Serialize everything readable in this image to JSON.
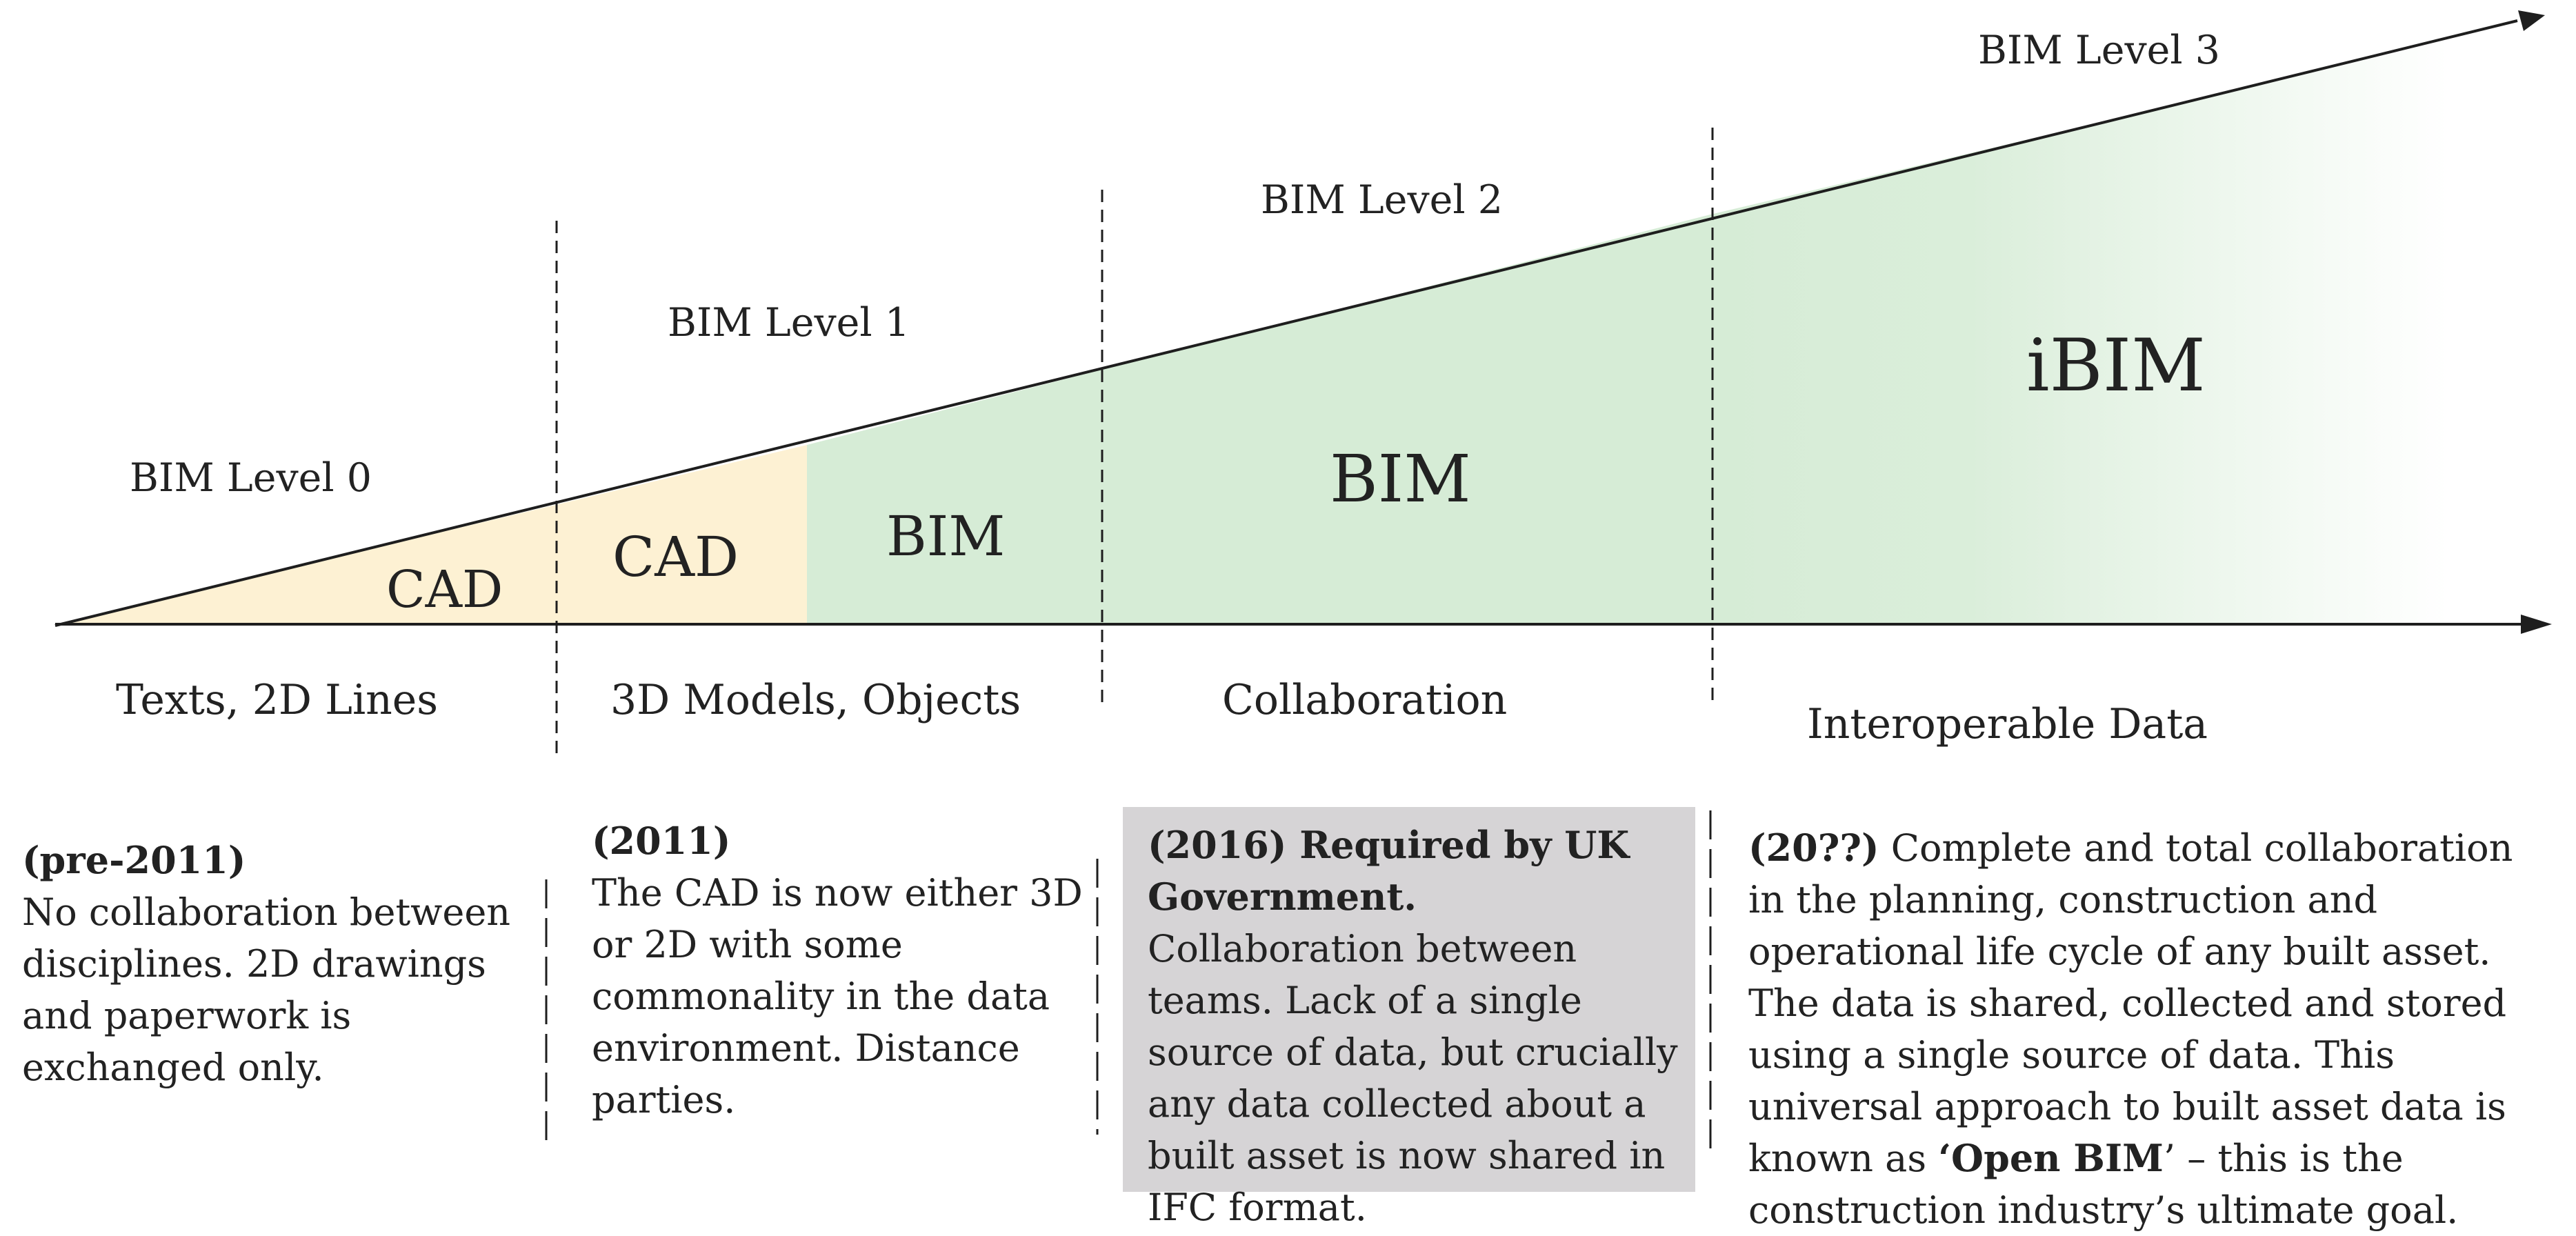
{
  "colors": {
    "cad_fill": "#fdf1d3",
    "bim_fill": "#d6ecd6",
    "highlight_box": "#d6d4d6",
    "lines": "#1e1e1e"
  },
  "levels": {
    "level0": "BIM Level 0",
    "level1": "BIM Level 1",
    "level2": "BIM Level 2",
    "level3": "BIM Level 3"
  },
  "tags": {
    "cad_0": "CAD",
    "cad_1": "CAD",
    "bim_1": "BIM",
    "bim_2": "BIM",
    "ibim_3": "iBIM"
  },
  "categories": {
    "c0": "Texts, 2D Lines",
    "c1": "3D Models, Objects",
    "c2": "Collaboration",
    "c3": "Interoperable Data"
  },
  "descriptions": {
    "d0": {
      "date": "(pre-2011)",
      "text": "No collaboration between disciplines. 2D drawings and paperwork is exchanged only."
    },
    "d1": {
      "date": "(2011)",
      "text": "The CAD is now either 3D or 2D with some commonality in the data environment. Distance parties."
    },
    "d2": {
      "date": "(2016) Required by UK Government.",
      "text": " Collaboration between teams. Lack of a single source of data, but crucially any data collected about a built asset is now shared in IFC format."
    },
    "d3": {
      "date": "(20??)",
      "text_before": " Complete and total collaboration in the planning, construction and operational life cycle of any built asset. The data is shared, collected and stored using a single source of data. This universal approach to built asset data is known as ",
      "open_bim": "‘Open BIM",
      "text_after": "’ – this is the construction industry’s ultimate goal."
    }
  }
}
